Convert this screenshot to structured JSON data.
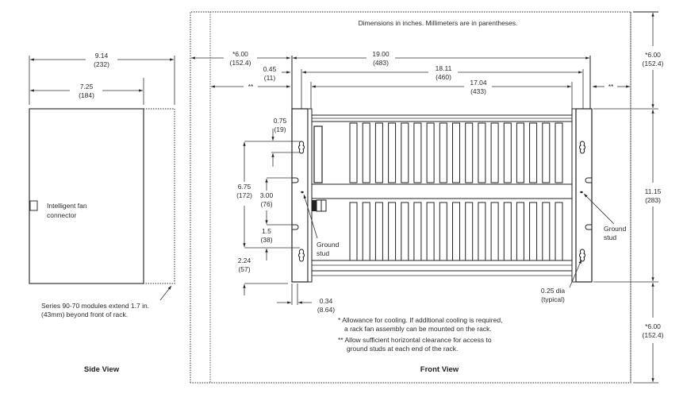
{
  "header_note": "Dimensions in inches. Millimeters are in parentheses.",
  "side_view": {
    "title": "Side View",
    "dim_overall": {
      "inches": "9.14",
      "mm": "(232)"
    },
    "dim_rack_depth": {
      "inches": "7.25",
      "mm": "(184)"
    },
    "connector_label_line1": "Intelligent fan",
    "connector_label_line2": "connector",
    "module_note_line1": "Series 90-70 modules extend 1.7 in.",
    "module_note_line2": "(43mm) beyond front of rack."
  },
  "front_view": {
    "title": "Front View",
    "dim_left_cooling": {
      "inches": "*6.00",
      "mm": "(152.4)"
    },
    "dim_left_clearance": "**",
    "dim_flange_offset": {
      "inches": "0.45",
      "mm": "(11)"
    },
    "dim_overall_width": {
      "inches": "19.00",
      "mm": "(483)"
    },
    "dim_hole_spacing": {
      "inches": "18.11",
      "mm": "(460)"
    },
    "dim_inner_width": {
      "inches": "17.04",
      "mm": "(433)"
    },
    "dim_right_clearance": "**",
    "dim_top_cooling": {
      "inches": "*6.00",
      "mm": "(152.4)"
    },
    "dim_height": {
      "inches": "11.15",
      "mm": "(283)"
    },
    "dim_bottom_cooling": {
      "inches": "*6.00",
      "mm": "(152.4)"
    },
    "dim_top_hole": {
      "inches": "0.75",
      "mm": "(19)"
    },
    "dim_mount_spacing": {
      "inches": "6.75",
      "mm": "(172)"
    },
    "dim_slot_spacing": {
      "inches": "3.00",
      "mm": "(76)"
    },
    "dim_slot_offset": {
      "inches": "1.5",
      "mm": "(38)"
    },
    "dim_bottom_hole": {
      "inches": "2.24",
      "mm": "(57)"
    },
    "dim_flange_thickness": {
      "inches": "0.34",
      "mm": "(8.64)"
    },
    "ground_stud_left_line1": "Ground",
    "ground_stud_left_line2": "stud",
    "ground_stud_right_line1": "Ground",
    "ground_stud_right_line2": "stud",
    "hole_dia_line1": "0.25 dia",
    "hole_dia_line2": "(typical)",
    "slot_count_per_row": 17,
    "note1_line1": "*  Allowance for cooling.  If additional cooling is required,",
    "note1_line2": "a rack fan assembly can be  mounted on the rack.",
    "note2_line1": "** Allow sufficient  horizontal clearance for access to",
    "note2_line2": "ground studs at each end of the rack."
  }
}
